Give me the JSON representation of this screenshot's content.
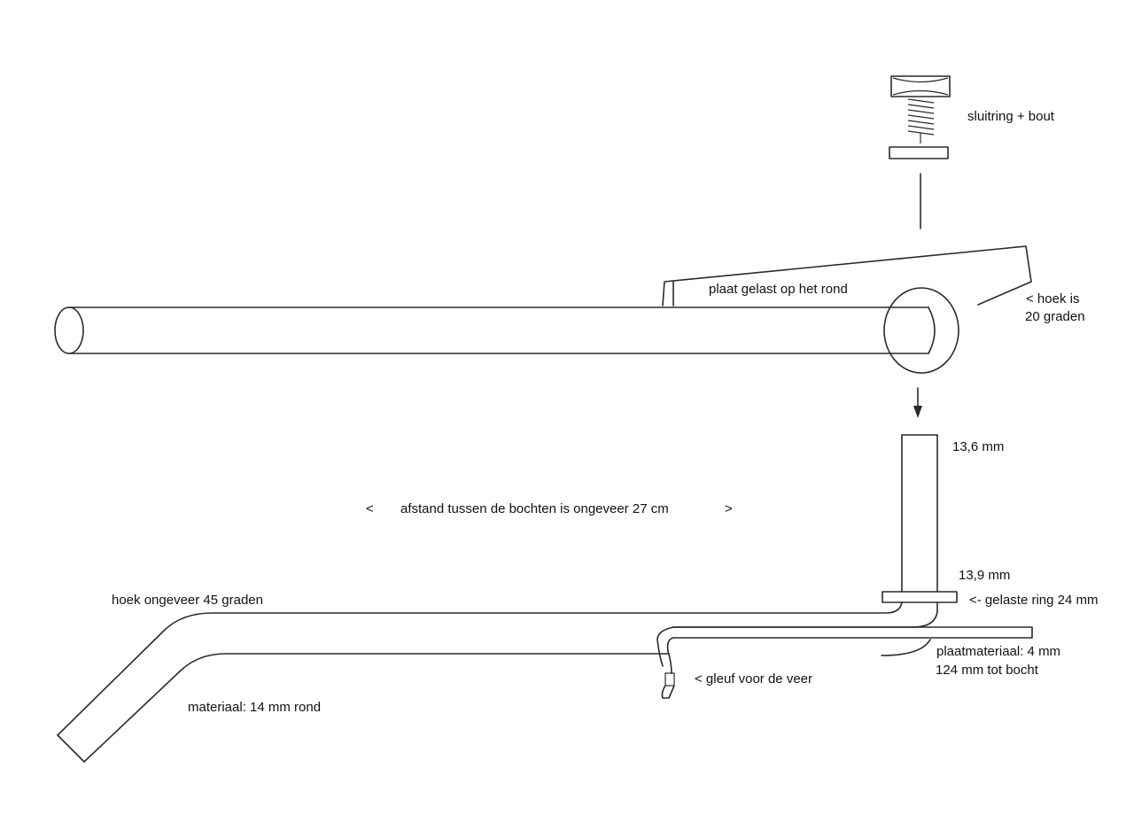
{
  "labels": {
    "washer_bolt": "sluitring + bout",
    "plate_welded": "plaat gelast op het rond",
    "angle_20_line1": "<  hoek is",
    "angle_20_line2": "20 graden",
    "dim_top": "13,6 mm",
    "distance_open": "<",
    "distance_text": "afstand tussen de bochten is ongeveer 27 cm",
    "distance_close": ">",
    "dim_ring": "13,9 mm",
    "angle_45": "hoek ongeveer 45 graden",
    "welded_ring": "<- gelaste ring 24 mm",
    "plate_material": "plaatmateriaal: 4 mm",
    "plate_to_bend": "124 mm tot bocht",
    "spring_slot": "< gleuf voor de veer",
    "material": "materiaal: 14 mm rond"
  },
  "colors": {
    "ink": "#2a2a2a",
    "paper": "#ffffff"
  }
}
